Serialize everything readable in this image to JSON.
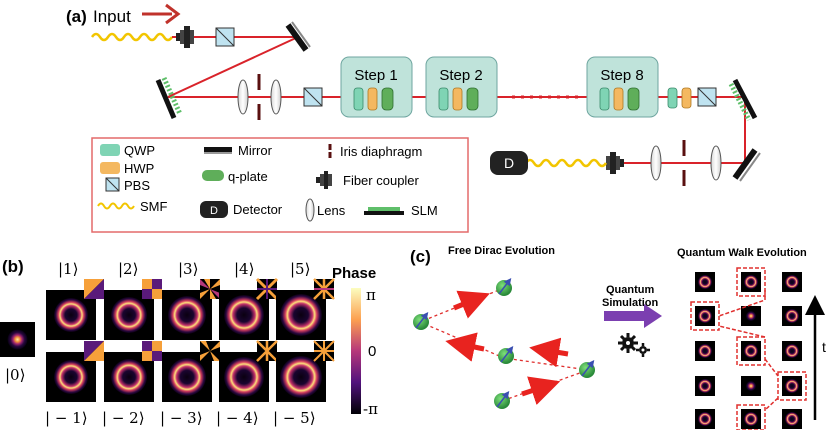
{
  "panel_a": {
    "label": "(a)",
    "input_label": "Input",
    "steps": [
      "Step 1",
      "Step 2",
      "Step 8"
    ],
    "dots": "· · · · · ·",
    "detector_label": "D",
    "legend": {
      "qwp": "QWP",
      "hwp": "HWP",
      "pbs": "PBS",
      "smf": "SMF",
      "mirror": "Mirror",
      "qplate": "q-plate",
      "detector_icon": "D",
      "detector": "Detector",
      "iris": "Iris diaphragm",
      "fiber": "Fiber coupler",
      "lens": "Lens",
      "slm": "SLM"
    }
  },
  "panel_b": {
    "label": "(b)",
    "top_kets": [
      "|1⟩",
      "|2⟩",
      "|3⟩",
      "|4⟩",
      "|5⟩"
    ],
    "bottom_kets": [
      "| − 1⟩",
      "| − 2⟩",
      "| − 3⟩",
      "| − 4⟩",
      "| − 5⟩"
    ],
    "zero_ket": "|0⟩",
    "phase_title": "Phase",
    "phase_ticks": [
      "π",
      "0",
      "-π"
    ]
  },
  "panel_c": {
    "label": "(c)",
    "left_title": "Free Dirac Evolution",
    "right_title": "Quantum Walk Evolution",
    "arrow_label_1": "Quantum",
    "arrow_label_2": "Simulation",
    "time_label": "t"
  },
  "colors": {
    "beam": "#d9232a",
    "legend_border": "#e46a6a",
    "step_fill": "#bfe3da",
    "qwp": "#7fd4b4",
    "hwp": "#f4b860",
    "arrow": "#7b3fb0",
    "dashed": "#e0302f"
  }
}
